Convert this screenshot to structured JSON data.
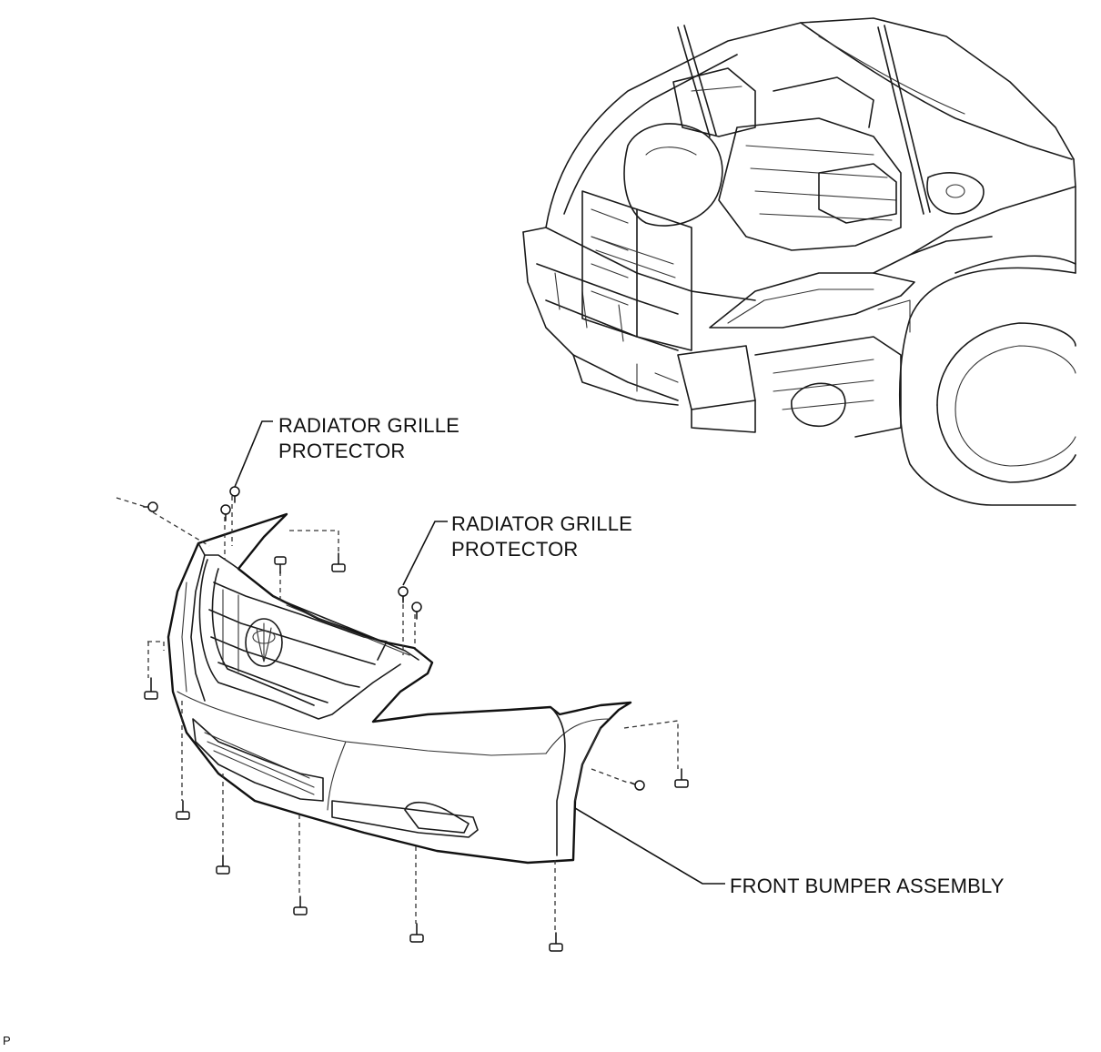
{
  "callouts": {
    "radiator_grille_protector_left": {
      "line1": "RADIATOR GRILLE",
      "line2": "PROTECTOR"
    },
    "radiator_grille_protector_right": {
      "line1": "RADIATOR GRILLE",
      "line2": "PROTECTOR"
    },
    "front_bumper_assembly": "FRONT BUMPER ASSEMBLY"
  },
  "corner_mark": "P"
}
